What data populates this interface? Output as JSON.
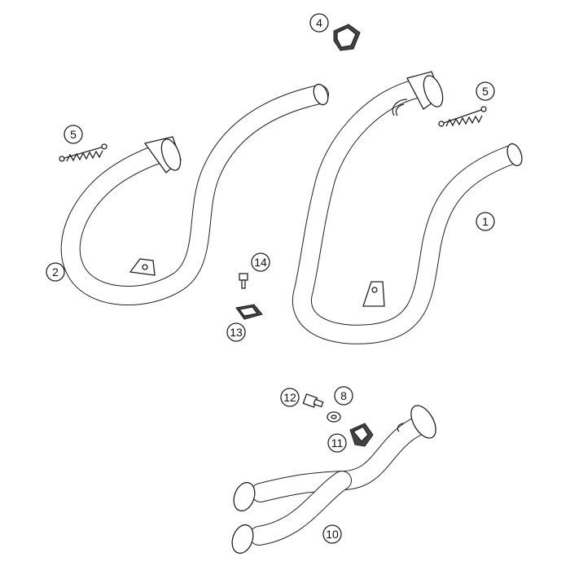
{
  "callouts": {
    "c1": "1",
    "c2": "2",
    "c4": "4",
    "c5a": "5",
    "c5b": "5",
    "c8": "8",
    "c10": "10",
    "c11": "11",
    "c12": "12",
    "c13": "13",
    "c14": "14"
  }
}
